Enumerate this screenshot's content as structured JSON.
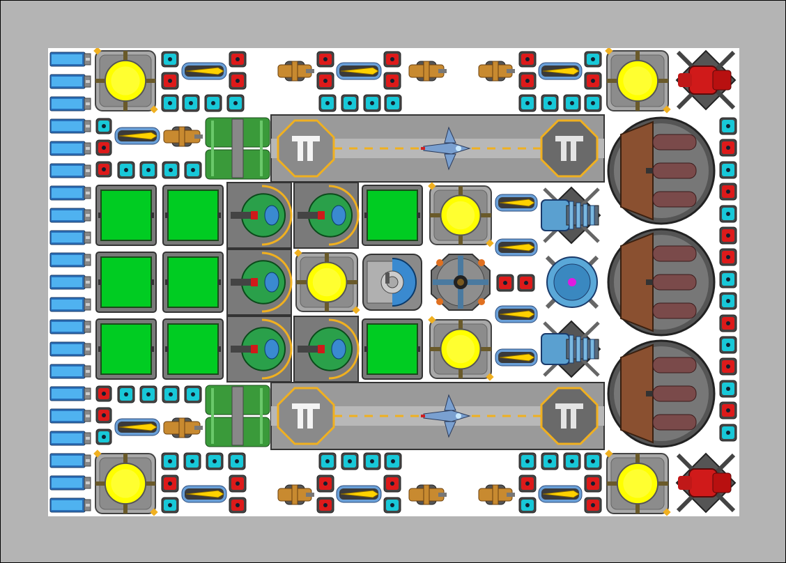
{
  "scene": "ship-grid-editor",
  "palette": {
    "frame": "#b4b4b4",
    "grid": "#ffffff",
    "hull": "#9a9a9a",
    "hull_dark": "#5c5c5c",
    "reactor": "#ffff00",
    "cargo": "#00cc22",
    "shield_cell": "#18c8d8",
    "ammo_cell": "#dd1a1a",
    "thruster": "#2a8ad8",
    "gold": "#f0b020",
    "copper": "#8a5030",
    "hangar_stripe": "#f0b020"
  },
  "legend": {
    "reactor": "reactor-core-icon",
    "cargo": "cargo-bay-icon",
    "fighter_bay": "fighter-bay-icon",
    "shield_cell": "shield-cell-icon",
    "ammo_cell": "ammo-cell-icon",
    "missile": "missile-launcher-icon",
    "gun": "autocannon-turret-icon",
    "engine": "engine-pod-icon",
    "hangar": "hangar-runway-icon",
    "triple_cannon": "triple-cannon-turret-icon",
    "heavy_laser": "heavy-laser-turret-icon",
    "ion_cannon": "ion-cannon-icon",
    "cloak": "cloak-generator-icon",
    "sensor": "sensor-array-icon",
    "shield_gen": "shield-generator-icon",
    "dual_gun": "dual-cannon-icon",
    "thruster": "thruster-icon"
  },
  "hangars": [
    {
      "name": "upper-hangar",
      "fighter": "interceptor-icon"
    },
    {
      "name": "lower-hangar",
      "fighter": "interceptor-icon"
    }
  ]
}
